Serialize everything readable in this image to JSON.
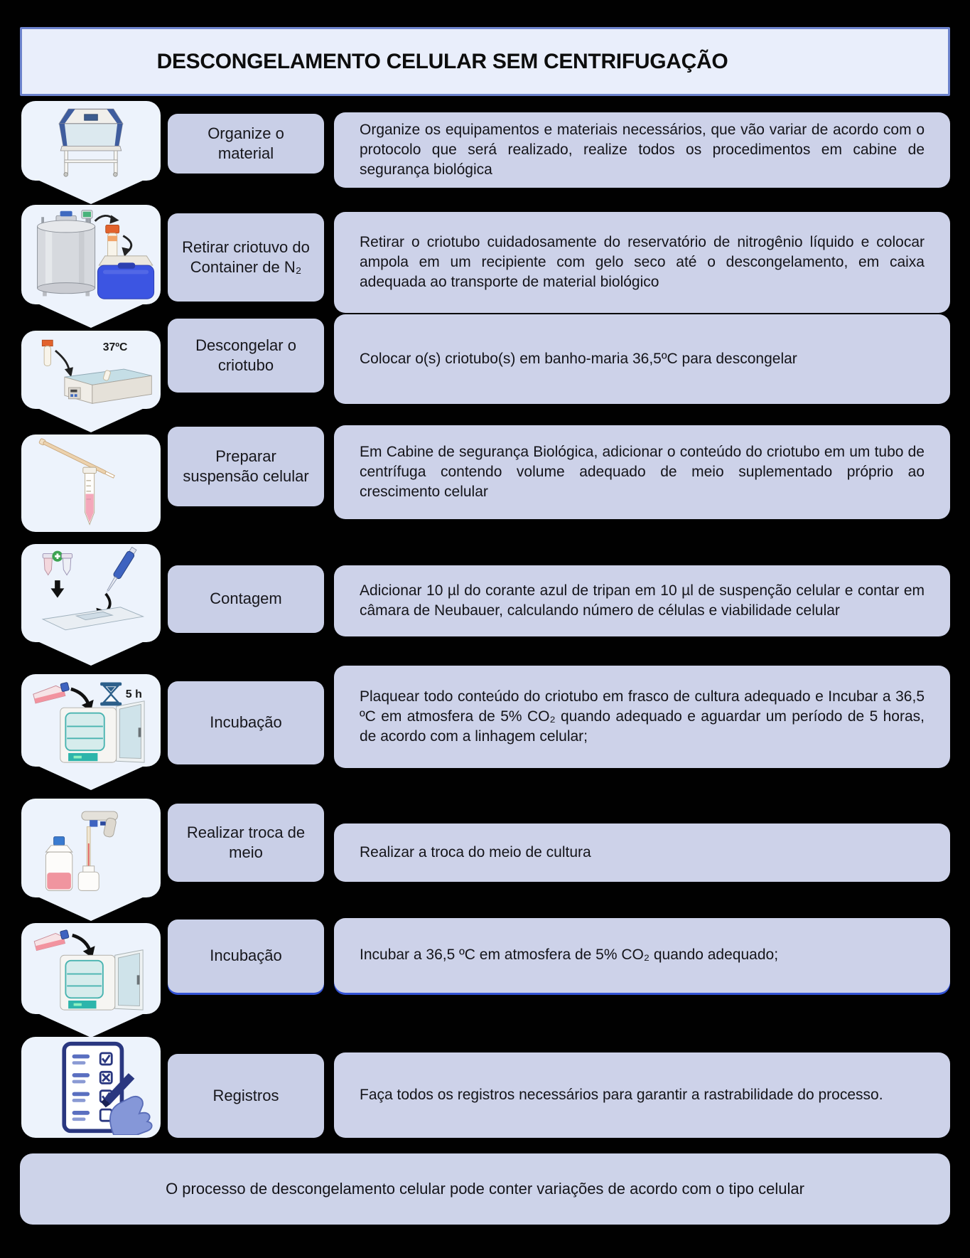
{
  "title": "DESCONGELAMENTO CELULAR SEM CENTRIFUGAÇÃO",
  "footer": "O processo de descongelamento celular pode conter variações de acordo com o tipo celular",
  "steps": [
    {
      "icon": "biosafety-cabinet-icon",
      "label": "Organize o material",
      "description": "Organize os equipamentos e materiais necessários, que vão variar de acordo com o protocolo que será realizado, realize todos os procedimentos em cabine de segurança biológica"
    },
    {
      "icon": "nitrogen-container-cryotube-cooler-icon",
      "label": "Retirar criotuvo do Container de N₂",
      "description": "Retirar o criotubo cuidadosamente do reservatório de nitrogênio líquido e colocar ampola em um recipiente com gelo seco até o descongelamento, em caixa adequada ao transporte de material biológico"
    },
    {
      "icon": "water-bath-icon",
      "icon_text": "37ºC",
      "label": "Descongelar o criotubo",
      "description": "Colocar o(s) criotubo(s) em banho-maria 36,5ºC para descongelar"
    },
    {
      "icon": "pipette-and-conical-tube-icon",
      "label": "Preparar suspensão celular",
      "description": "Em Cabine de segurança Biológica, adicionar o conteúdo do criotubo em um tubo de centrífuga contendo volume adequado de meio suplementado próprio ao crescimento celular"
    },
    {
      "icon": "cell-counting-neubauer-icon",
      "label": "Contagem",
      "description": "Adicionar 10 µl do corante azul de tripan em 10 µl de suspenção celular e contar em câmara de Neubauer,  calculando número de células e viabilidade celular"
    },
    {
      "icon": "incubator-hourglass-icon",
      "icon_text": "5 h",
      "label": "Incubação",
      "description": "Plaquear todo conteúdo do criotubo em frasco de cultura adequado e Incubar a 36,5 ºC em atmosfera de 5% CO₂ quando adequado e  aguardar um período de 5 horas, de acordo com a linhagem celular;"
    },
    {
      "icon": "media-change-pipettor-bottles-icon",
      "label": "Realizar troca de meio",
      "description": "Realizar a troca do meio de cultura"
    },
    {
      "icon": "incubator-flask-icon",
      "label": "Incubação",
      "description": "Incubar a 36,5 ºC em atmosfera de 5% CO₂ quando adequado;"
    },
    {
      "icon": "records-checklist-icon",
      "label": "Registros",
      "description": "Faça todos os registros necessários para garantir a rastrabilidade do processo."
    }
  ],
  "colors": {
    "background": "#010101",
    "title_bg": "#e9eefb",
    "title_border": "#6d83cd",
    "icon_box_bg": "#edf3fc",
    "label_bg": "#c9cfe7",
    "desc_bg": "#cdd2e9",
    "footer_bg": "#cdd3e9",
    "accent_underline": "#3353d6"
  }
}
